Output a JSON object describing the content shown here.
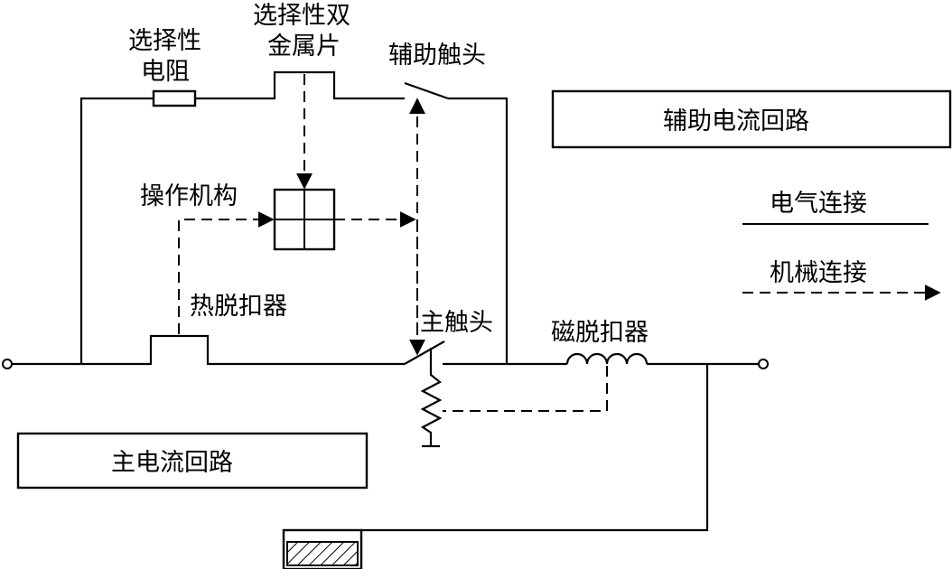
{
  "labels": {
    "selective_resistor_line1": "选择性",
    "selective_resistor_line2": "电阻",
    "selective_bimetal_line1": "选择性双",
    "selective_bimetal_line2": "金属片",
    "aux_contact": "辅助触头",
    "operating_mechanism": "操作机构",
    "thermal_release": "热脱扣器",
    "main_contact": "主触头",
    "magnetic_release": "磁脱扣器"
  },
  "boxes": {
    "aux_current_loop": "辅助电流回路",
    "main_current_loop": "主电流回路"
  },
  "legend": {
    "electrical": "电气连接",
    "mechanical": "机械连接"
  }
}
